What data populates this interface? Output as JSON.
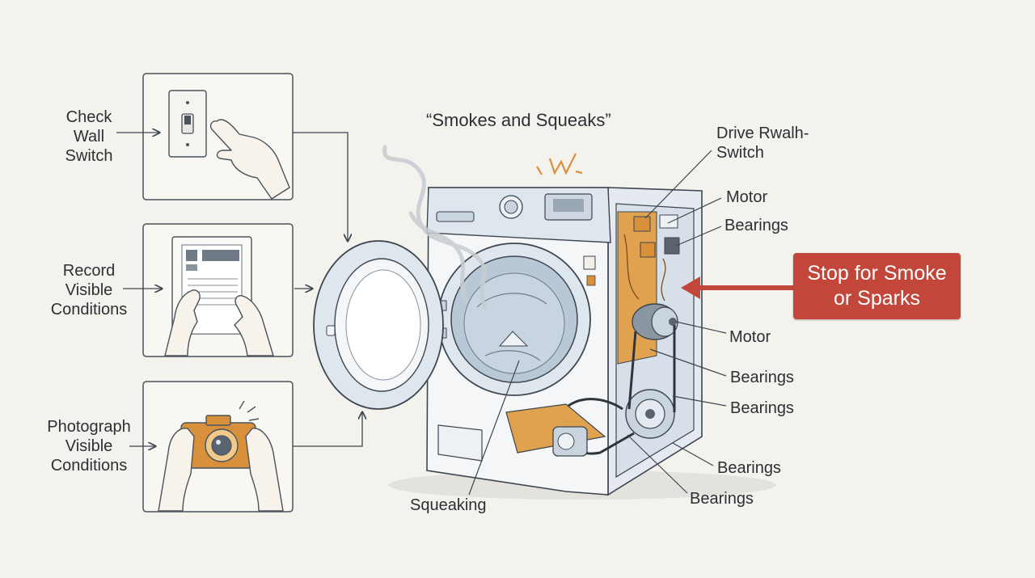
{
  "colors": {
    "background": "#f3f2ec",
    "ink": "#3d4650",
    "machine_blue": "#dfe7ee",
    "drum_blue": "#b9c8d6",
    "part_orange": "#d9903a",
    "warning_red": "#c2473a",
    "warning_text": "#ffffff"
  },
  "steps": [
    {
      "lines": [
        "Check",
        "Wall",
        "Switch"
      ],
      "icon": "light-switch-icon"
    },
    {
      "lines": [
        "Record",
        "Visible",
        "Conditions"
      ],
      "icon": "clipboard-notes-icon"
    },
    {
      "lines": [
        "Photograph",
        "Visible",
        "Conditions"
      ],
      "icon": "camera-icon"
    }
  ],
  "diagram": {
    "quote": "“Smokes and Squeaks”",
    "callouts": {
      "drive_switch": [
        "Drive Rwalh-",
        "Switch"
      ],
      "motor_top": "Motor",
      "bearings_top": "Bearings",
      "motor_mid": "Motor",
      "bearings_1": "Bearings",
      "bearings_2": "Bearings",
      "bearings_3": "Bearings",
      "bearings_4": "Bearings",
      "squeaking": "Squeaking"
    }
  },
  "warning": {
    "lines": [
      "Stop for Smoke",
      "or Sparks"
    ],
    "icon": "arrow-left-icon"
  }
}
